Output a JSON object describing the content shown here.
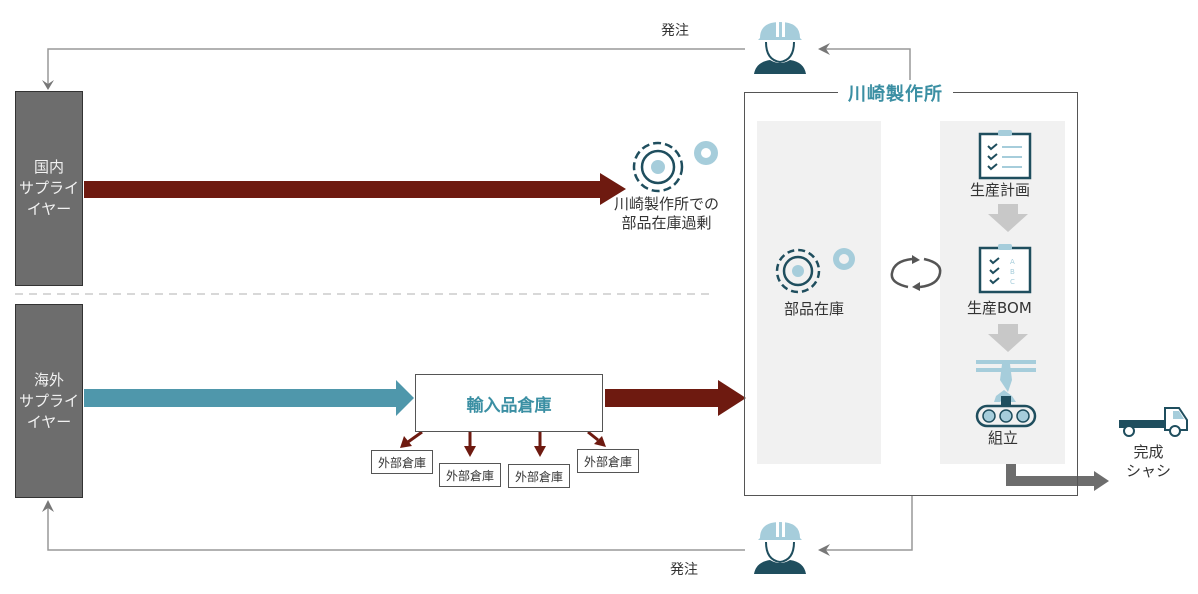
{
  "diagram": {
    "domestic_supplier": {
      "label": "国内\nサプライ\nイヤー"
    },
    "overseas_supplier": {
      "label": "海外\nサプライ\nイヤー"
    },
    "order_top": {
      "label": "発注"
    },
    "order_bottom": {
      "label": "発注"
    },
    "excess_inventory": {
      "label": "川崎製作所での\n部品在庫過剰"
    },
    "import_warehouse": {
      "label": "輸入品倉庫"
    },
    "external_warehouses": [
      {
        "label": "外部倉庫"
      },
      {
        "label": "外部倉庫"
      },
      {
        "label": "外部倉庫"
      },
      {
        "label": "外部倉庫"
      }
    ],
    "factory": {
      "title": "川崎製作所",
      "parts_inventory": {
        "label": "部品在庫"
      },
      "production_plan": {
        "label": "生産計画"
      },
      "production_bom": {
        "label": "生産BOM",
        "items": [
          "A",
          "B",
          "C"
        ]
      },
      "assembly": {
        "label": "組立"
      }
    },
    "finished_chassis": {
      "label": "完成\nシャシ"
    },
    "colors": {
      "domestic_flow": "#6e1a10",
      "overseas_flow": "#4f97ab",
      "accent_text": "#3b8fa3",
      "icon_dark": "#1f4e5e",
      "icon_light": "#a6cddb",
      "supplier_box": "#6d6d6d",
      "panel_bg": "#f1f1f1",
      "order_line": "#999999"
    }
  }
}
